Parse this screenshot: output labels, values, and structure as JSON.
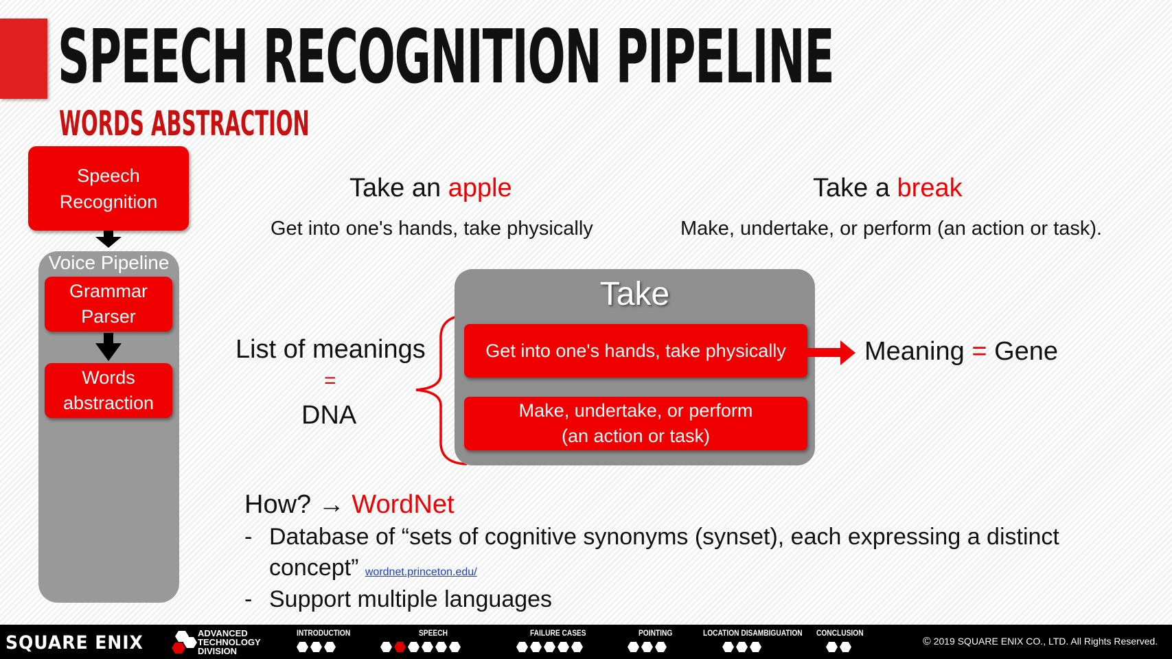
{
  "header": {
    "title": "SPEECH RECOGNITION PIPELINE",
    "subtitle": "WORDS ABSTRACTION"
  },
  "pipeline": {
    "speech_recognition": [
      "Speech",
      "Recognition"
    ],
    "voice_pipeline_label": "Voice Pipeline",
    "grammar_parser": [
      "Grammar",
      "Parser"
    ],
    "words_abstraction": [
      "Words",
      "abstraction"
    ]
  },
  "examples": {
    "apple": {
      "prefix": "Take an ",
      "word": "apple",
      "meaning": "Get into one's hands, take physically"
    },
    "break": {
      "prefix": "Take a ",
      "word": "break",
      "meaning": "Make, undertake, or perform (an action or task)."
    }
  },
  "analogy": {
    "list_label": "List of meanings",
    "equals": "=",
    "dna": "DNA",
    "take_label": "Take",
    "meaning1": "Get into one's hands, take physically",
    "meaning2_line1": "Make, undertake, or perform",
    "meaning2_line2": "(an action or task)",
    "result_prefix": "Meaning ",
    "result_equals": "=",
    "result_suffix": " Gene"
  },
  "how": {
    "prefix": "How? ",
    "arrow": "→ ",
    "wordnet": "WordNet",
    "bullet1_line1": "Database of “sets of cognitive synonyms (synset), each expressing a distinct",
    "bullet1_line2": "concept”",
    "link": "wordnet.princeton.edu/",
    "bullet2": "Support multiple languages",
    "dash": "-"
  },
  "footer": {
    "brand": "SQUARE ENIX",
    "division": [
      "ADVANCED",
      "TECHNOLOGY",
      "DIVISION"
    ],
    "nav": [
      {
        "label": "INTRODUCTION",
        "hexes": 3,
        "active": -1
      },
      {
        "label": "SPEECH",
        "hexes": 6,
        "active": 1
      },
      {
        "label": "FAILURE CASES",
        "hexes": 5,
        "active": -1
      },
      {
        "label": "POINTING",
        "hexes": 3,
        "active": -1
      },
      {
        "label": "LOCATION DISAMBIGUATION",
        "hexes": 3,
        "active": -1
      },
      {
        "label": "CONCLUSION",
        "hexes": 2,
        "active": -1
      }
    ],
    "copyright_symbol": "©",
    "copyright": "2019 SQUARE ENIX CO., LTD. All Rights Reserved."
  },
  "colors": {
    "accent_red": "#f00000",
    "dark_red": "#c81010",
    "gray_panel": "#999999"
  }
}
